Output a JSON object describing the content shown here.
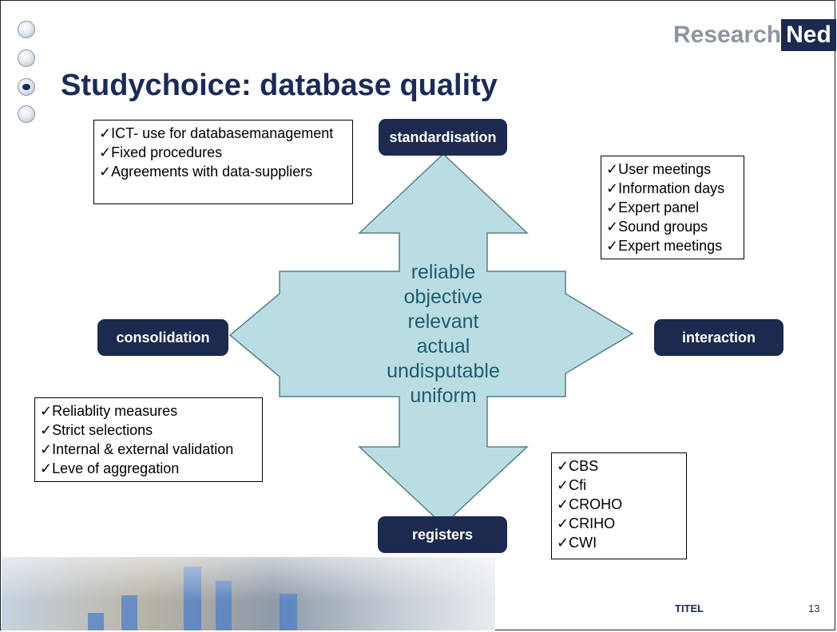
{
  "slide": {
    "title": "Studychoice: database quality",
    "logo": {
      "text_part": "Research",
      "box_part": "Ned"
    },
    "footer_title": "TITEL",
    "page_number": "13"
  },
  "nodes": {
    "top": "standardisation",
    "left": "consolidation",
    "right": "interaction",
    "bottom": "registers"
  },
  "center_terms": [
    "reliable",
    "objective",
    "relevant",
    "actual",
    "undisputable",
    "uniform"
  ],
  "boxes": {
    "top_left": [
      "ICT- use for databasemanagement",
      "Fixed procedures",
      "Agreements with data-suppliers"
    ],
    "top_right": [
      "User meetings",
      "Information days",
      "Expert panel",
      "Sound groups",
      "Expert meetings"
    ],
    "bottom_left": [
      "Reliablity measures",
      "Strict selections",
      "Internal & external validation",
      "Leve of aggregation"
    ],
    "bottom_right": [
      "CBS",
      "Cfi",
      "CROHO",
      "CRIHO",
      "CWI"
    ]
  },
  "colors": {
    "arrow_fill": "#b9dde3",
    "node_fill": "#1b2a4e",
    "title": "#1c2a57",
    "center_text": "#1f5c72"
  }
}
